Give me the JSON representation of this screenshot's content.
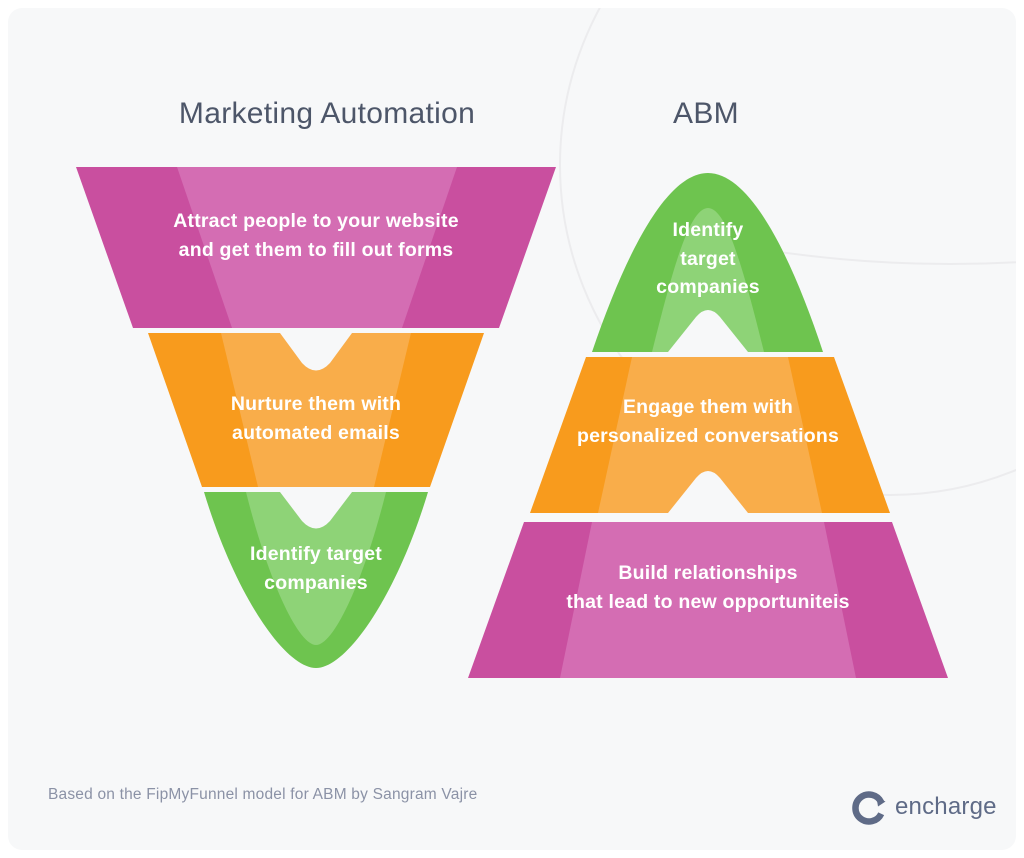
{
  "titles": {
    "left": "Marketing Automation",
    "right": "ABM"
  },
  "left_funnel": {
    "stages": [
      {
        "label": "Attract people to your website\nand get them to fill out forms",
        "color": "pink"
      },
      {
        "label": "Nurture them with\nautomated emails",
        "color": "orange"
      },
      {
        "label": "Identify target\ncompanies",
        "color": "green"
      }
    ]
  },
  "right_pyramid": {
    "stages": [
      {
        "label": "Identify\ntarget\ncompanies",
        "color": "green"
      },
      {
        "label": "Engage them with\npersonalized conversations",
        "color": "orange"
      },
      {
        "label": "Build relationships\nthat lead to new opportuniteis",
        "color": "pink"
      }
    ]
  },
  "footer": {
    "caption": "Based on the FipMyFunnel model for ABM by Sangram Vajre",
    "logo_text": "encharge"
  },
  "colors": {
    "background": "#f7f8f9",
    "pink": "#c94f9f",
    "pink_light": "#d46db3",
    "orange": "#f89b1d",
    "orange_light": "#f9ad4a",
    "green": "#6ec44f",
    "green_light": "#8ed377",
    "title_text": "#4d5669",
    "stage_text": "#ffffff",
    "caption_text": "#8b92a6",
    "logo": "#5f6b87",
    "decor_arc": "#ececee"
  }
}
